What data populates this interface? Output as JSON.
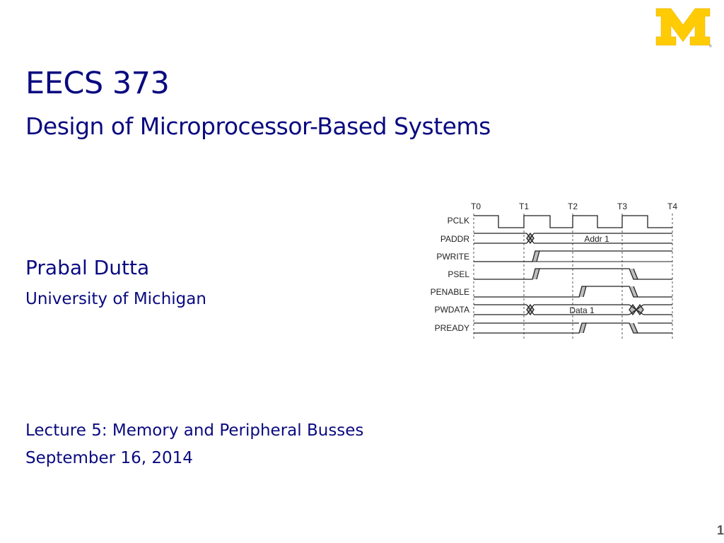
{
  "slide": {
    "title": "EECS 373",
    "subtitle": "Design of Microprocessor-Based Systems",
    "author": "Prabal Dutta",
    "affiliation": "University of Michigan",
    "lecture": "Lecture 5: Memory and Peripheral Busses",
    "date": "September 16, 2014",
    "page_number": "1"
  },
  "logo": {
    "icon": "block-m-logo-icon",
    "color": "#FFCB05"
  },
  "timing_diagram": {
    "clock_labels": [
      "T0",
      "T1",
      "T2",
      "T3",
      "T4"
    ],
    "signals": [
      "PCLK",
      "PADDR",
      "PWRITE",
      "PSEL",
      "PENABLE",
      "PWDATA",
      "PREADY"
    ],
    "bus_values": {
      "paddr": "Addr 1",
      "pwdata": "Data 1"
    }
  }
}
